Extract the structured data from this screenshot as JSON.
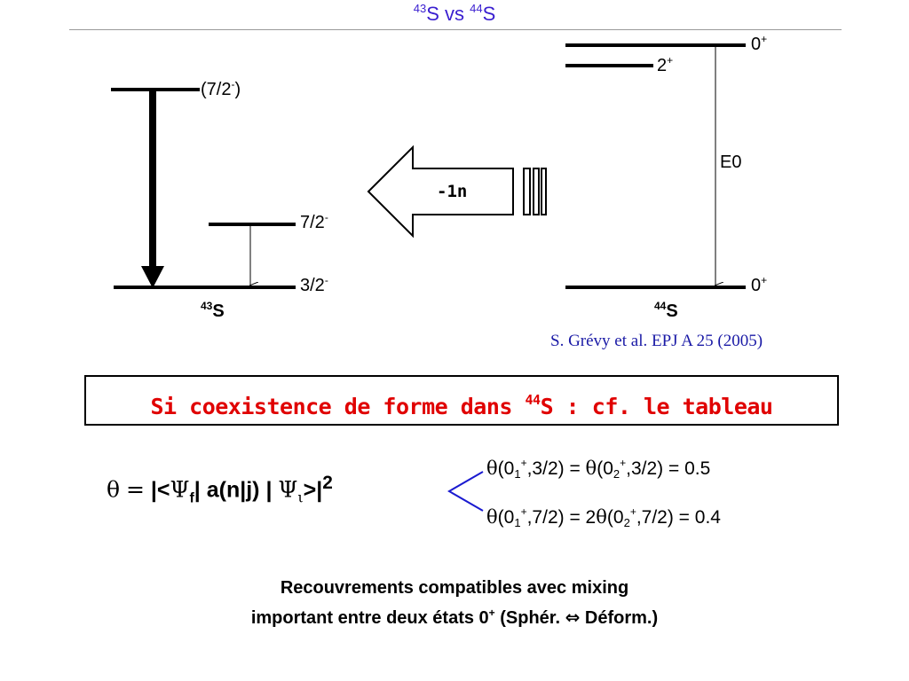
{
  "title": {
    "prefix_sup": "43",
    "prefix": "S vs ",
    "suffix_sup": "44",
    "suffix": "S"
  },
  "left_diagram": {
    "level_top": {
      "label": "(7/2",
      "sup": "-",
      "close": ")"
    },
    "level_mid": {
      "label": "7/2",
      "sup": "-"
    },
    "level_ground": {
      "label": "3/2",
      "sup": "-"
    },
    "nucleus": {
      "sup": "43",
      "name": "S"
    }
  },
  "arrow": {
    "label": "-1n"
  },
  "right_diagram": {
    "level_top": {
      "label": "0",
      "sup": "+"
    },
    "level_second": {
      "label": "2",
      "sup": "+"
    },
    "transition": {
      "label": "E0"
    },
    "level_ground": {
      "label": "0",
      "sup": "+"
    },
    "nucleus": {
      "sup": "44",
      "name": "S"
    }
  },
  "reference": "S. Grévy et al. EPJ A 25 (2005)",
  "box": {
    "text_before": "Si coexistence de forme dans ",
    "sup": "44",
    "text_after": "S : cf. le tableau",
    "color": "#e00000"
  },
  "formula": {
    "theta": "θ",
    "equals": "=",
    "part1": "|<",
    "psi_f": "Ψ",
    "sub_f": "f",
    "part2": "| a(n|j) | ",
    "psi_i": "Ψ",
    "sub_i": "ι",
    "part3": ">|",
    "sup2": "2"
  },
  "equations": [
    {
      "a_theta": "θ",
      "a_open": "(0",
      "a_sub": "1",
      "a_sup": "+",
      "a_close": ",3/2) =  ",
      "b_theta": "θ",
      "b_open": "(0",
      "b_sub": "2",
      "b_sup": "+",
      "b_close": ",3/2) = 0.5"
    },
    {
      "a_theta": "θ",
      "a_open": "(0",
      "a_sub": "1",
      "a_sup": "+",
      "a_close": ",7/2) = 2",
      "b_theta": "θ",
      "b_open": "(0",
      "b_sub": "2",
      "b_sup": "+",
      "b_close": ",7/2) = 0.4"
    }
  ],
  "conclusion": {
    "line1": "Recouvrements compatibles avec mixing",
    "line2_before": "important entre deux états 0",
    "line2_sup": "+",
    "line2_after": " (Sphér. ",
    "line2_arrow": "⇔",
    "line2_end": " Déform.)"
  },
  "colors": {
    "title": "#3a1fd0",
    "reference": "#1a1aa6",
    "bracket": "#1a1ad0"
  }
}
